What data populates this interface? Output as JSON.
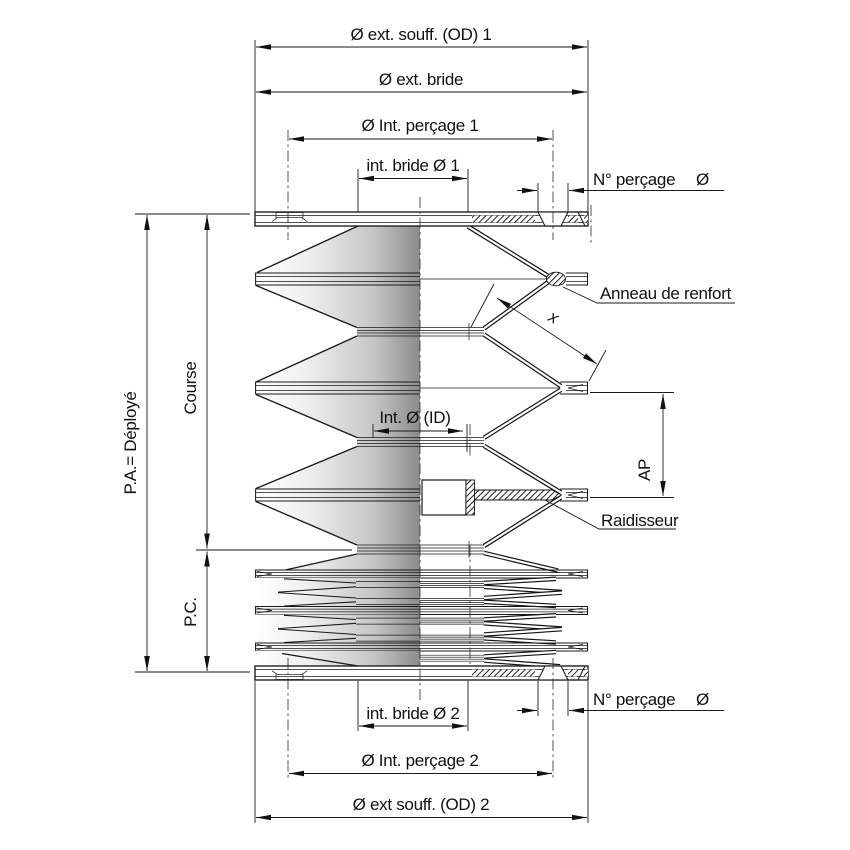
{
  "diagram": {
    "type": "technical-drawing-bellows",
    "colors": {
      "line": "#1a1a1a",
      "shade_dark": "#8b8b8b",
      "shade_light": "#ffffff",
      "background": "#ffffff",
      "hatch": "#222222"
    },
    "labels": {
      "od1": "Ø ext. souff. (OD) 1",
      "ext_bride": "Ø ext. bride",
      "percage1": "Ø Int. perçage 1",
      "int_bride1": "int. bride Ø 1",
      "n_percage_top": "N° perçage",
      "diam_top": "Ø",
      "anneau": "Anneau de renfort",
      "x_dim": "x",
      "course": "Course",
      "pa": "P.A.= Déployé",
      "id": "Int. Ø (ID)",
      "ap": "AP",
      "raidisseur": "Raidisseur",
      "pc": "P.C.",
      "int_bride2": "int. bride Ø 2",
      "n_percage_bottom": "N° perçage",
      "diam_bottom": "Ø",
      "percage2": "Ø Int. perçage 2",
      "od2": "Ø ext souff. (OD) 2"
    }
  }
}
